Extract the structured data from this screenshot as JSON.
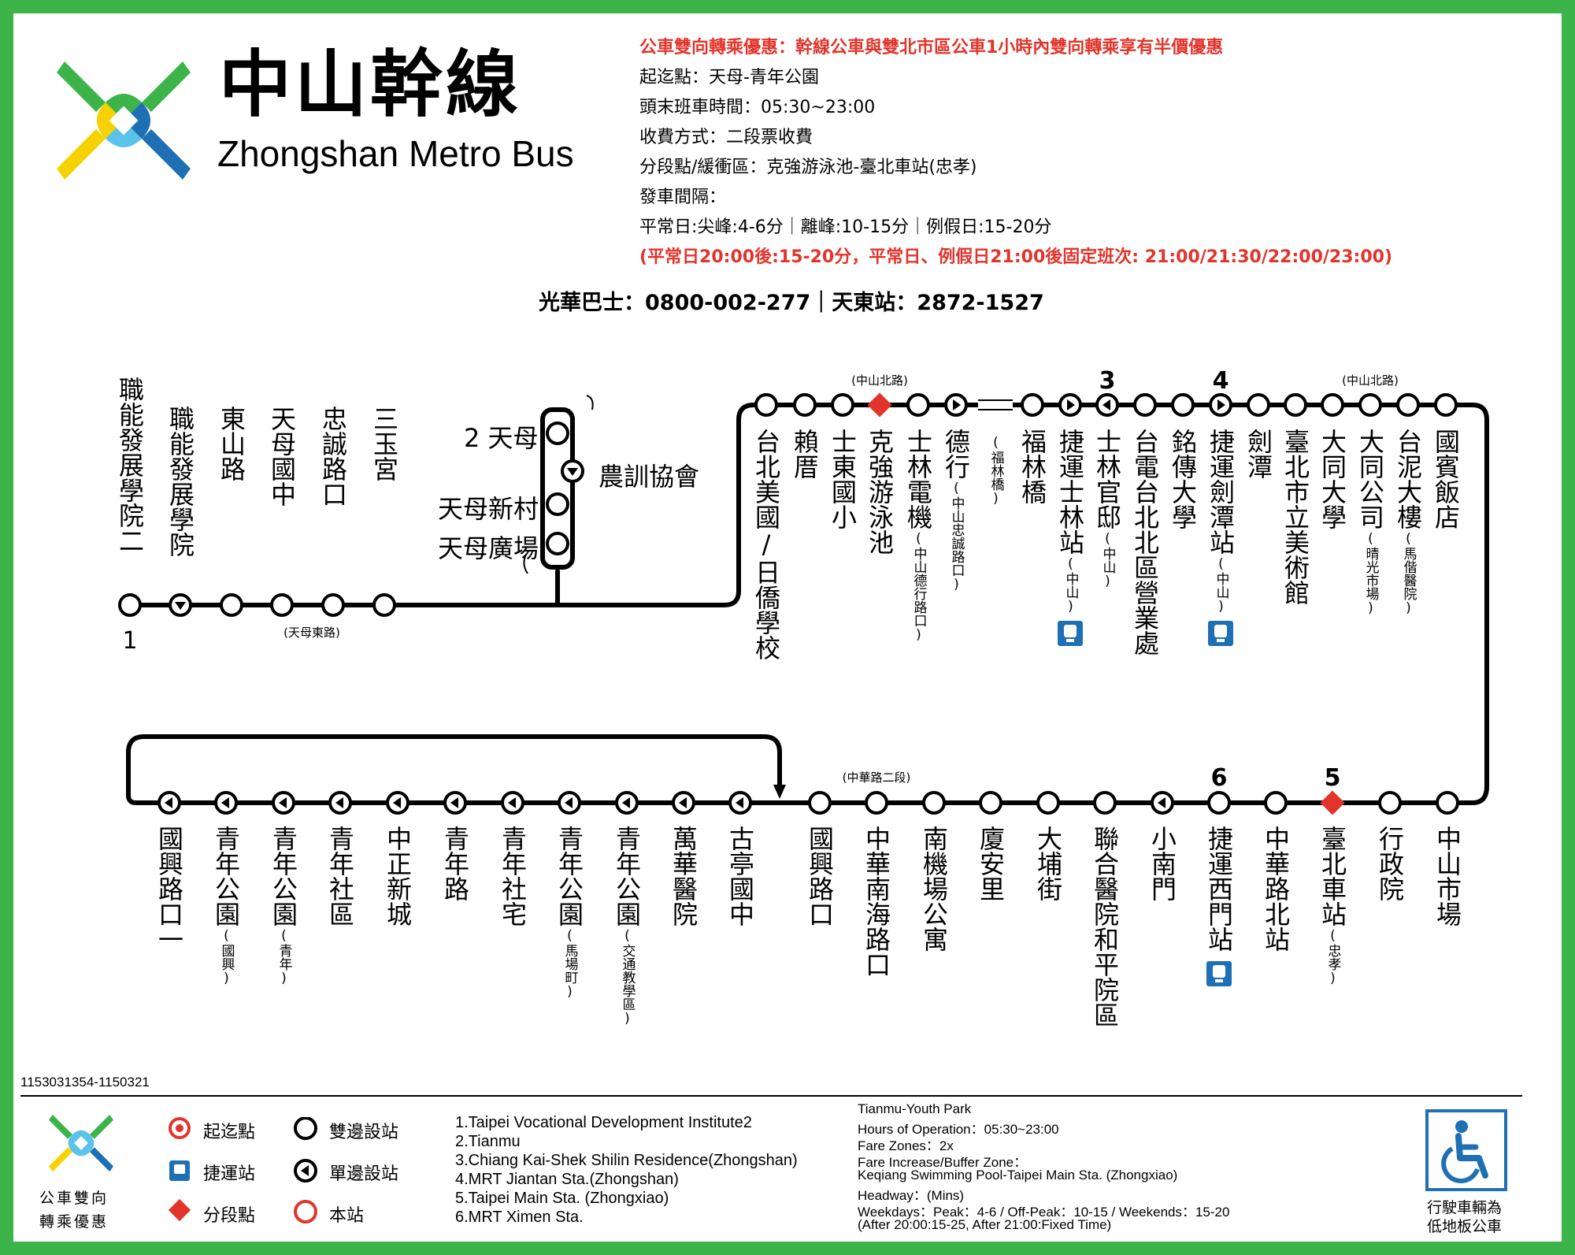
{
  "header": {
    "title_zh": "中山幹線",
    "title_en": "Zhongshan Metro Bus",
    "info_lines": [
      {
        "text": "公車雙向轉乘優惠：幹線公車與雙北市區公車1小時內雙向轉乘享有半價優惠",
        "color": "#e2342b"
      },
      {
        "text": "起迄點：天母-青年公園",
        "color": "#000000"
      },
      {
        "text": "頭末班車時間：05:30~23:00",
        "color": "#000000"
      },
      {
        "text": "收費方式：二段票收費",
        "color": "#000000"
      },
      {
        "text": "分段點/緩衝區：克強游泳池-臺北車站(忠孝)",
        "color": "#000000"
      },
      {
        "text": "發車間隔：",
        "color": "#000000"
      },
      {
        "text": "平常日:尖峰:4-6分｜離峰:10-15分｜例假日:15-20分",
        "color": "#000000"
      },
      {
        "text": "(平常日20:00後:15-20分，平常日、例假日21:00後固定班次: 21:00/21:30/22:00/23:00)",
        "color": "#e2342b"
      }
    ],
    "contact": "光華巴士：0800-002-277｜天東站：2872-1527"
  },
  "row1": {
    "stops": [
      {
        "name": "職能發展學院二",
        "type": "both",
        "num": "1"
      },
      {
        "name": "職能發展學院",
        "type": "arrow-down"
      },
      {
        "name": "東山路",
        "type": "both"
      },
      {
        "name": "天母國中",
        "type": "both"
      },
      {
        "name": "忠誠路口",
        "type": "both"
      },
      {
        "name": "三玉宮",
        "type": "both"
      }
    ],
    "road_label": "(天母東路)"
  },
  "loop": {
    "stops": [
      {
        "name": "2 天母",
        "type": "both"
      },
      {
        "name": "農訓協會",
        "type": "arrow-down"
      },
      {
        "name": "天母新村",
        "type": "both"
      },
      {
        "name": "天母廣場",
        "type": "both"
      }
    ]
  },
  "row2": {
    "stops": [
      {
        "name": "台北美國/日僑學校",
        "type": "both"
      },
      {
        "name": "賴厝",
        "type": "both"
      },
      {
        "name": "士東國小",
        "type": "both"
      },
      {
        "name": "克強游泳池",
        "type": "fare",
        "note_top": "(中山北路)"
      },
      {
        "name": "士林電機",
        "sub": "(中山德行路口)",
        "type": "both"
      },
      {
        "name": "德行",
        "sub": "(中山忠誠路口)",
        "type": "arrow-right"
      },
      {
        "name": "(福林橋)",
        "type": "bridge"
      },
      {
        "name": "福林橋",
        "type": "both"
      },
      {
        "name": "捷運士林站",
        "sub": "(中山)",
        "type": "arrow-right",
        "mrt": true
      },
      {
        "name": "士林官邸",
        "sub": "(中山)",
        "type": "arrow-left",
        "num": "3"
      },
      {
        "name": "台電台北北區營業處",
        "type": "both"
      },
      {
        "name": "銘傳大學",
        "type": "both"
      },
      {
        "name": "捷運劍潭站",
        "sub": "(中山)",
        "type": "arrow-right",
        "num": "4",
        "mrt": true
      },
      {
        "name": "劍潭",
        "type": "both"
      },
      {
        "name": "臺北市立美術館",
        "type": "both"
      },
      {
        "name": "大同大學",
        "type": "both"
      },
      {
        "name": "大同公司",
        "sub": "(晴光市場)",
        "type": "both",
        "note_top": "(中山北路)"
      },
      {
        "name": "台泥大樓",
        "sub": "(馬偕醫院)",
        "type": "both"
      },
      {
        "name": "國賓飯店",
        "type": "both"
      }
    ]
  },
  "row3": {
    "stops": [
      {
        "name": "國興路口一",
        "type": "arrow-left"
      },
      {
        "name": "青年公園",
        "sub": "(國興)",
        "type": "arrow-left"
      },
      {
        "name": "青年公園",
        "sub": "(青年)",
        "type": "arrow-left"
      },
      {
        "name": "青年社區",
        "type": "arrow-left"
      },
      {
        "name": "中正新城",
        "type": "arrow-left"
      },
      {
        "name": "青年路",
        "type": "arrow-left"
      },
      {
        "name": "青年社宅",
        "type": "arrow-left"
      },
      {
        "name": "青年公園",
        "sub": "(馬場町)",
        "type": "arrow-left"
      },
      {
        "name": "青年公園",
        "sub": "(交通教學區)",
        "type": "arrow-left"
      },
      {
        "name": "萬華醫院",
        "type": "arrow-left"
      },
      {
        "name": "古亭國中",
        "type": "arrow-left"
      },
      {
        "name": "國興路口",
        "type": "both"
      },
      {
        "name": "中華南海路口",
        "type": "both",
        "note_top": "(中華路二段)"
      },
      {
        "name": "南機場公寓",
        "type": "both"
      },
      {
        "name": "廈安里",
        "type": "both"
      },
      {
        "name": "大埔街",
        "type": "both"
      },
      {
        "name": "聯合醫院和平院區",
        "type": "both"
      },
      {
        "name": "小南門",
        "type": "arrow-left"
      },
      {
        "name": "捷運西門站",
        "type": "both",
        "num": "6",
        "mrt": true
      },
      {
        "name": "中華路北站",
        "type": "both"
      },
      {
        "name": "臺北車站",
        "sub": "(忠孝)",
        "type": "fare",
        "num": "5"
      },
      {
        "name": "行政院",
        "type": "both"
      },
      {
        "name": "中山市場",
        "type": "both"
      }
    ]
  },
  "footer": {
    "code": "1153031354-1150321",
    "logo_caption": [
      "公車雙向",
      "轉乘優惠"
    ],
    "legend": [
      {
        "symbol": "terminal",
        "label": "起迄點"
      },
      {
        "symbol": "both",
        "label": "雙邊設站"
      },
      {
        "symbol": "mrt",
        "label": "捷運站"
      },
      {
        "symbol": "single",
        "label": "單邊設站"
      },
      {
        "symbol": "fare",
        "label": "分段點"
      },
      {
        "symbol": "current",
        "label": "本站"
      }
    ],
    "numbered_list": [
      "1.Taipei Vocational Development Institute2",
      "2.Tianmu",
      "3.Chiang Kai-Shek Shilin Residence(Zhongshan)",
      "4.MRT Jiantan Sta.(Zhongshan)",
      "5.Taipei Main Sta. (Zhongxiao)",
      "6.MRT Ximen Sta."
    ],
    "english_info": [
      "Tianmu-Youth Park",
      "Hours of Operation：05:30~23:00",
      "Fare Zones：2x",
      "Fare Increase/Buffer Zone：",
      "Keqiang Swimming Pool-Taipei Main Sta. (Zhongxiao)",
      "Headway：(Mins)",
      "Weekdays：Peak：4-6 / Off-Peak：10-15 / Weekends：15-20",
      "(After 20:00:15-25, After 21:00:Fixed Time)"
    ],
    "accessible_caption": [
      "行駛車輛為",
      "低地板公車"
    ]
  },
  "colors": {
    "frame": "#3cb44a",
    "fare": "#e2342b",
    "mrt": "#1f6fb5",
    "logo_green": "#3cb44a",
    "logo_yellow": "#f5d200",
    "logo_blue": "#1f6fb5",
    "logo_light_blue": "#5bc3ea"
  }
}
